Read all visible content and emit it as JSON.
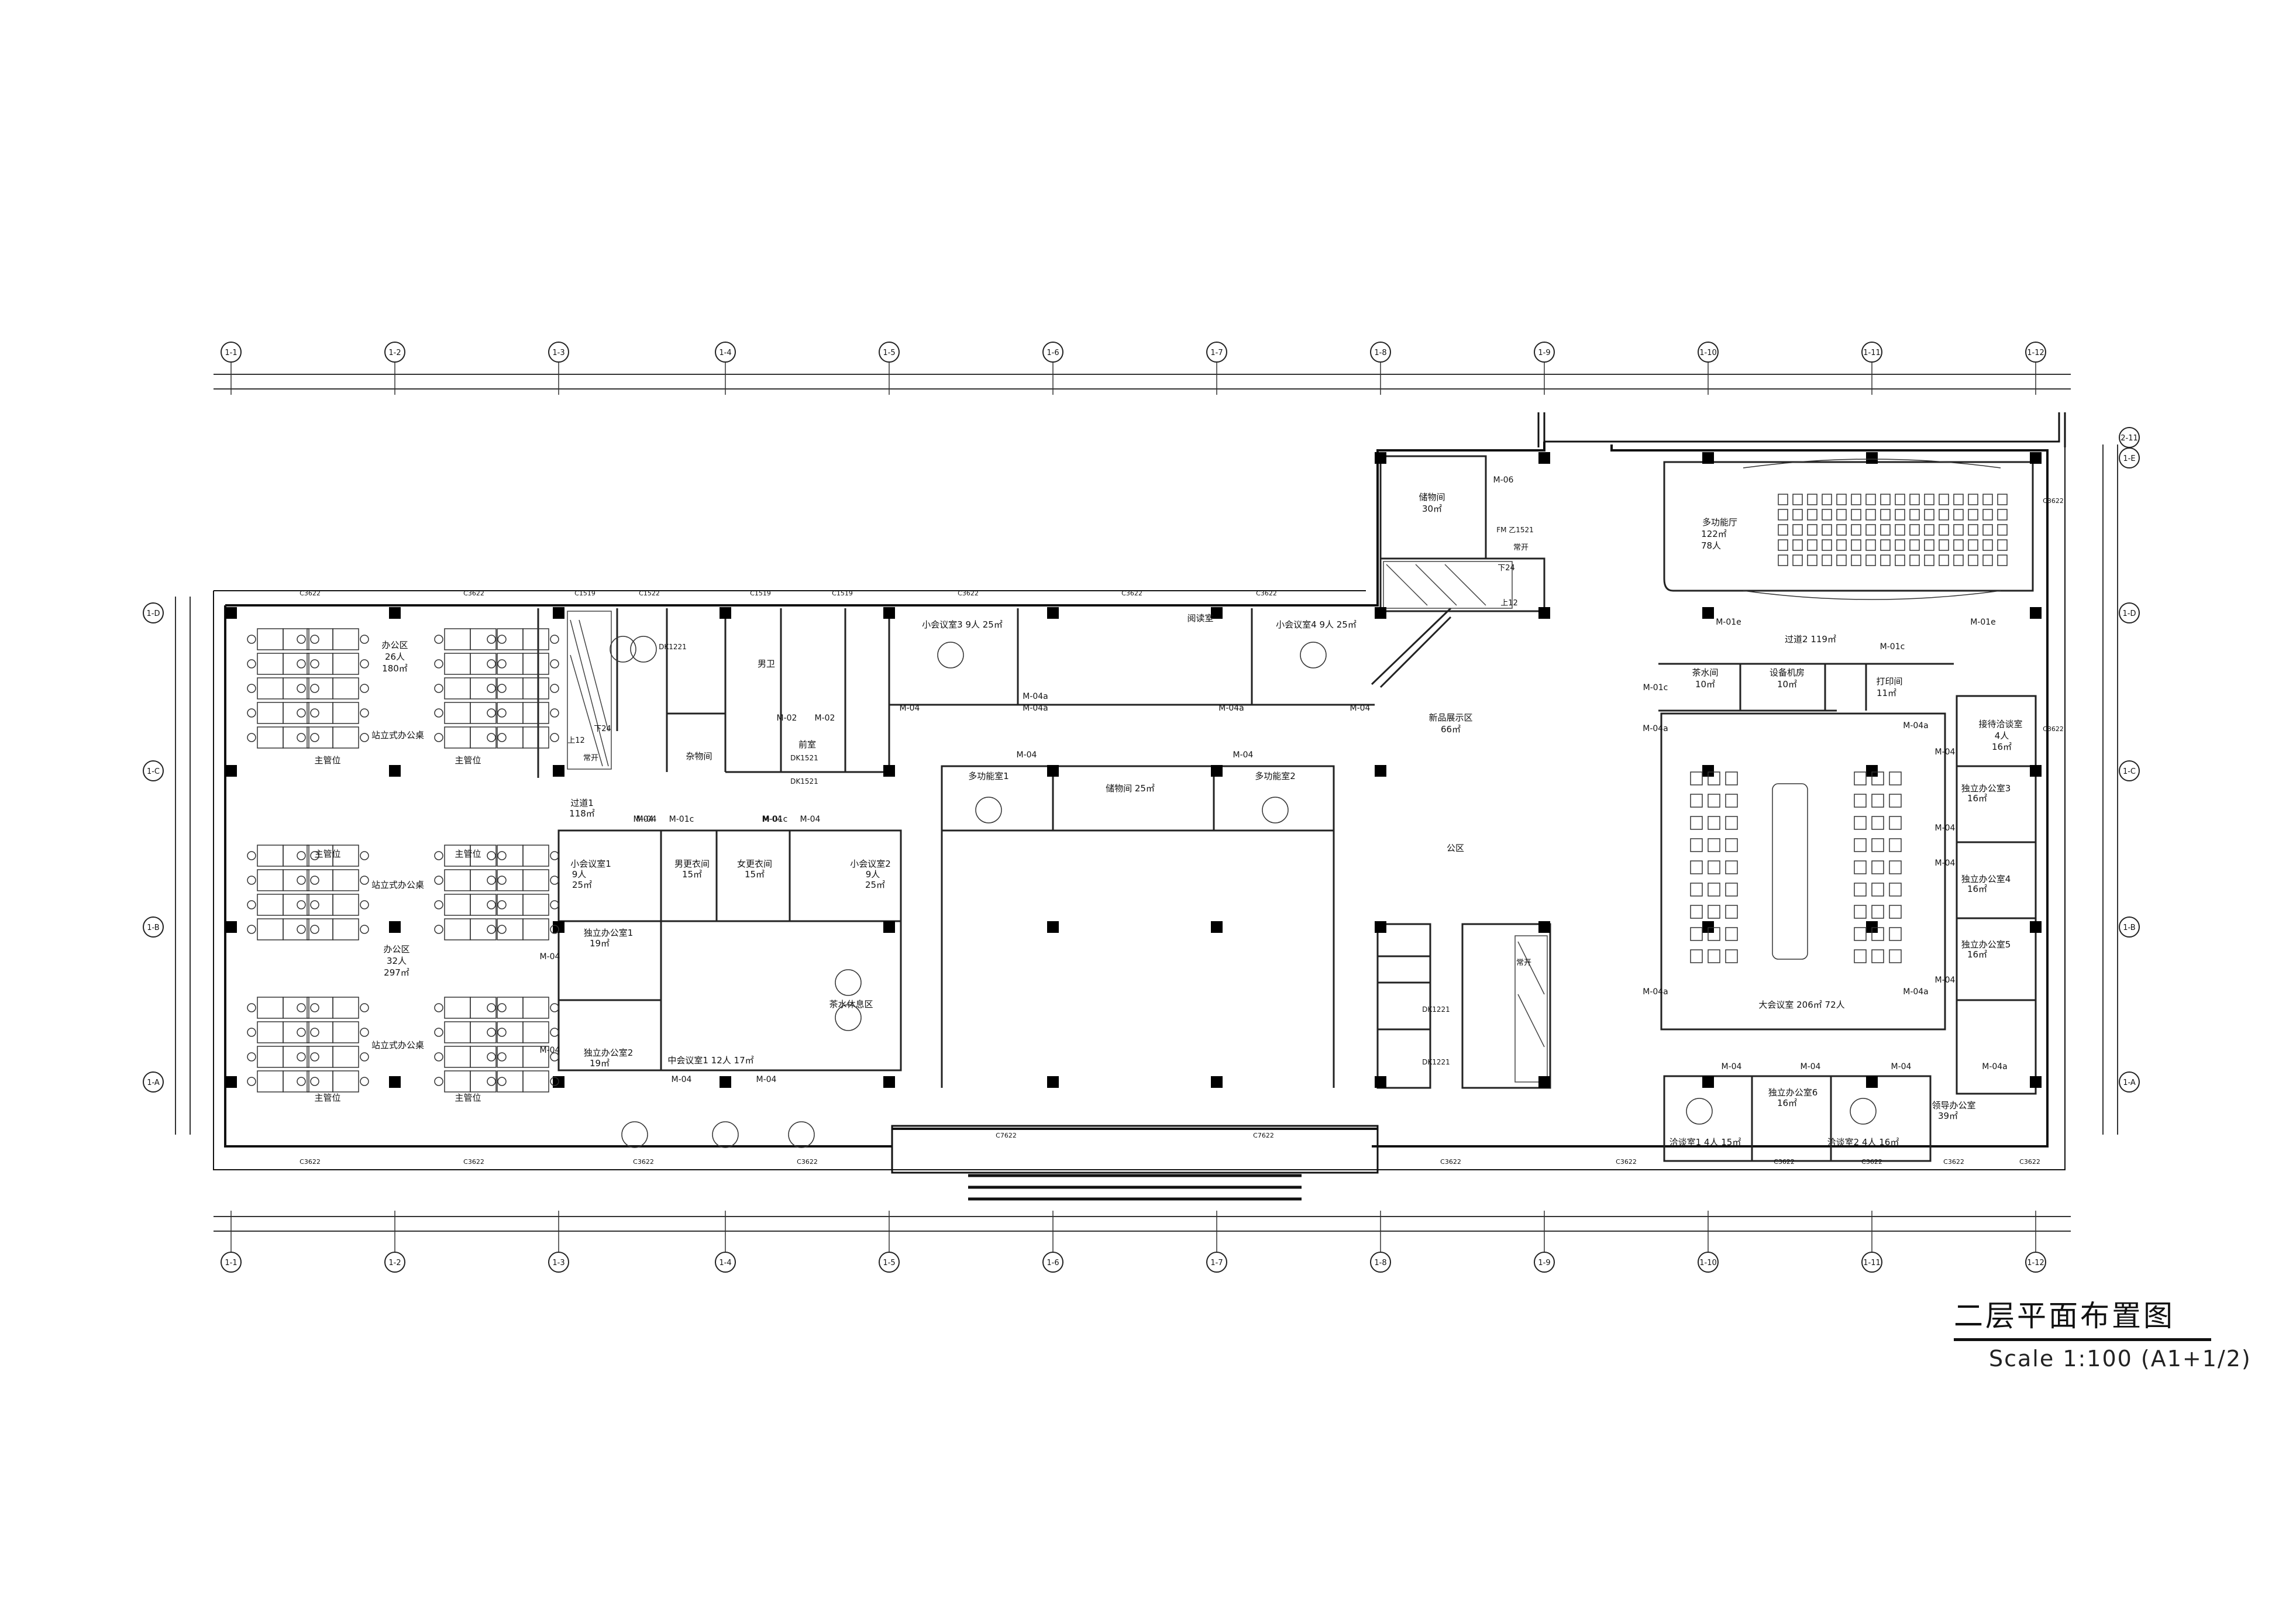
{
  "drawing": {
    "title": "二层平面布置图",
    "scale": "Scale  1:100 (A1+1/2)"
  },
  "grid": {
    "columns": [
      "1-1",
      "1-2",
      "1-3",
      "1-4",
      "1-5",
      "1-6",
      "1-7",
      "1-8",
      "1-9",
      "1-10",
      "1-11",
      "1-12"
    ],
    "rows_right": [
      "2-11",
      "1-E",
      "1-D",
      "1-C",
      "1-B",
      "1-A"
    ],
    "rows_left": [
      "1-D",
      "1-C",
      "1-B",
      "1-A"
    ]
  },
  "rooms": {
    "office_north": [
      "办公区",
      "26人",
      "180㎡"
    ],
    "standing_desk": "站立式办公桌",
    "supervisor": "主管位",
    "office_south": [
      "办公区",
      "32人",
      "297㎡"
    ],
    "corridor1": [
      "过道1",
      "118㎡"
    ],
    "small_meeting1": [
      "小会议室1",
      "9人",
      "25㎡"
    ],
    "small_meeting2": [
      "小会议室2",
      "9人",
      "25㎡"
    ],
    "male_locker": [
      "男更衣间",
      "15㎡"
    ],
    "female_locker": [
      "女更衣间",
      "15㎡"
    ],
    "private_office1": [
      "独立办公室1",
      "19㎡"
    ],
    "private_office2": [
      "独立办公室2",
      "19㎡"
    ],
    "mid_meeting": "中会议室1 12人 17㎡",
    "tea_area": "茶水休息区",
    "reception": "前室",
    "storage_small": "杂物间",
    "male_wc": "男卫",
    "small_meeting3": "小会议室3  9人  25㎡",
    "reading": "阅读室",
    "small_meeting4": "小会议室4  9人  25㎡",
    "multi_cabin1": "多功能室1",
    "multi_cabin2": "多功能室2",
    "storage_mid": "储物间 25㎡",
    "storage_top": [
      "储物间",
      "30㎡"
    ],
    "showroom": [
      "新品展示区",
      "66㎡"
    ],
    "public": "公区",
    "hall": [
      "多功能厅",
      "122㎡",
      "78人"
    ],
    "corridor2": "过道2 119㎡",
    "pantry": [
      "茶水间",
      "10㎡"
    ],
    "equipment": [
      "设备机房",
      "10㎡"
    ],
    "print": [
      "打印间",
      "11㎡"
    ],
    "big_meeting": "大会议室  206㎡  72人",
    "reception_room": [
      "接待洽谈室",
      "4人",
      "16㎡"
    ],
    "private_office3": [
      "独立办公室3",
      "16㎡"
    ],
    "private_office4": [
      "独立办公室4",
      "16㎡"
    ],
    "private_office5": [
      "独立办公室5",
      "16㎡"
    ],
    "leader_office": [
      "领导办公室",
      "39㎡"
    ],
    "negotiation1": "洽谈室1  4人  15㎡",
    "private_office6": [
      "独立办公室6",
      "16㎡"
    ],
    "negotiation2": "洽谈室2  4人  16㎡"
  },
  "tags": {
    "doors": [
      "M-04",
      "M-04a",
      "M-04",
      "M-01c",
      "M-01c",
      "M-04",
      "M-04",
      "M-04",
      "M-04",
      "M-04",
      "M-04",
      "M-02",
      "M-02",
      "M-04",
      "M-04a",
      "M-04a",
      "M-04",
      "M-04",
      "M-04",
      "M-06",
      "M-01e",
      "M-01e",
      "M-01c",
      "M-01c",
      "M-04a",
      "M-04a",
      "M-04a",
      "M-04a",
      "M-04",
      "M-04",
      "M-04",
      "M-04",
      "M-04",
      "M-04",
      "M-04",
      "M-04a"
    ],
    "windows": [
      "C3622",
      "C3622",
      "C1519",
      "C1522",
      "C1519",
      "C1519",
      "C3622",
      "C3622",
      "C3622",
      "C7622",
      "C7622",
      "C3622",
      "C3622",
      "C3622",
      "C3622",
      "C3622",
      "C3622",
      "C3622",
      "C3622",
      "C3622",
      "C3622",
      "C3622",
      "C3622"
    ],
    "fire": [
      "FM 乙1521",
      "DK1521",
      "DK1521",
      "DK1221",
      "DK1221",
      "DK1221"
    ],
    "stairs": [
      "上12",
      "下24",
      "常开",
      "常开",
      "常开",
      "下24",
      "上12"
    ]
  }
}
